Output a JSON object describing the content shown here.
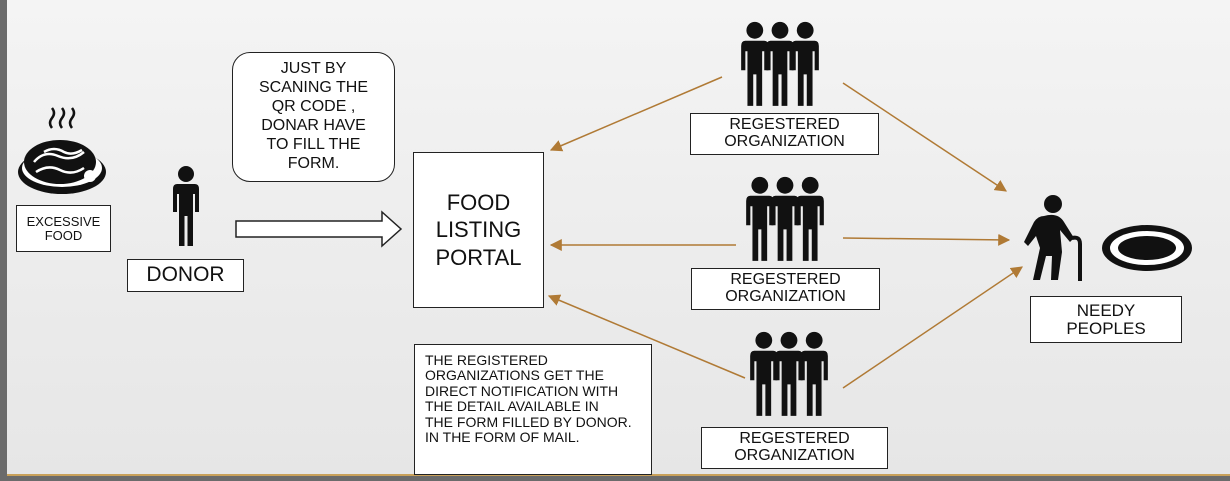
{
  "labels": {
    "excessive_food": "EXCESSIVE\nFOOD",
    "donor": "DONOR",
    "speech": "JUST BY\nSCANING THE\nQR CODE ,\nDONAR HAVE\nTO FILL THE\nFORM.",
    "portal": "FOOD\nLISTING\nPORTAL",
    "org_top": "REGESTERED\nORGANIZATION",
    "org_middle": "REGESTERED\nORGANIZATION",
    "org_bottom": "REGESTERED\nORGANIZATION",
    "needy": "NEEDY\nPEOPLES",
    "note": "THE REGISTERED\nORGANIZATIONS GET THE\nDIRECT NOTIFICATION WITH\nTHE DETAIL AVAILABLE IN\nTHE FORM FILLED BY DONOR.\nIN THE FORM OF MAIL."
  },
  "colors": {
    "arrow": "#b07a35",
    "outline": "#222222",
    "figure": "#111111"
  },
  "icons": [
    "food-plate-icon",
    "donor-person-icon",
    "group-people-icon",
    "elderly-person-icon",
    "empty-plate-icon"
  ]
}
